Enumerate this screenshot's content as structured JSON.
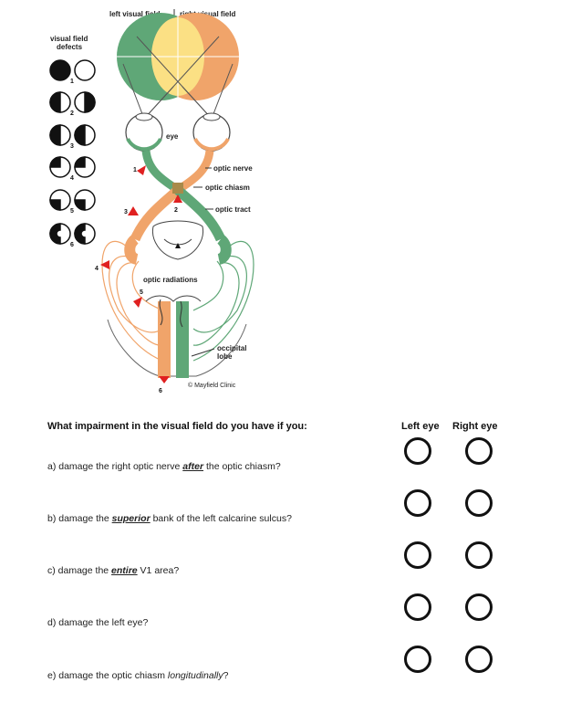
{
  "diagram": {
    "field_left_label": "left visual field",
    "field_right_label": "right visual field",
    "defects_heading_line1": "visual field",
    "defects_heading_line2": "defects",
    "eye_label": "eye",
    "optic_nerve_label": "optic nerve",
    "optic_chiasm_label": "optic chiasm",
    "optic_tract_label": "optic tract",
    "optic_radiations_label": "optic radiations",
    "occipital_lobe_line1": "occipital",
    "occipital_lobe_line2": "lobe",
    "copyright": "© Mayfield Clinic",
    "lesion_numbers": [
      "1",
      "2",
      "3",
      "4",
      "5",
      "6"
    ],
    "colors": {
      "left_field": "#5fa777",
      "right_field": "#f0a46a",
      "overlap": "#fbe084",
      "lesion_marker": "#e02020"
    }
  },
  "worksheet": {
    "question_heading": "What impairment in the visual field do you have if you:",
    "left_eye_header": "Left eye",
    "right_eye_header": "Right eye",
    "questions": [
      {
        "prefix": "a) damage the right optic nerve ",
        "emph": "after",
        "suffix": " the optic chiasm?"
      },
      {
        "prefix": "b) damage the ",
        "emph": "superior",
        "suffix": " bank of the left calcarine sulcus?"
      },
      {
        "prefix": "c) damage the ",
        "emph": "entire",
        "suffix": " V1 area?"
      },
      {
        "prefix": "d) damage the left eye?",
        "emph": "",
        "suffix": ""
      },
      {
        "prefix": "e) damage the optic chiasm ",
        "italic": "longitudinally",
        "suffix": "?"
      }
    ]
  }
}
